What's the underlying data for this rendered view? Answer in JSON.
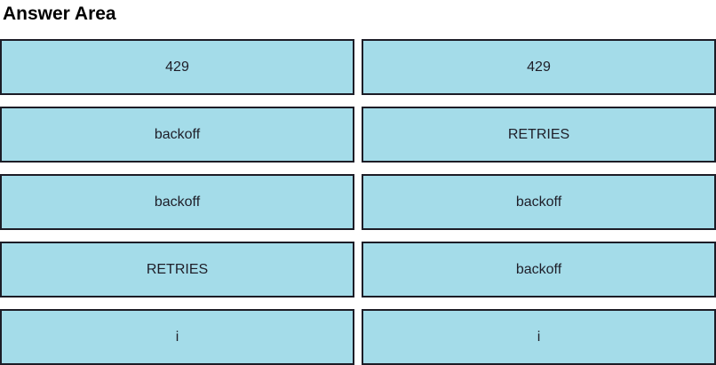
{
  "title": "Answer Area",
  "colors": {
    "box_fill": "#A4DCE9",
    "box_border": "#1C1C26",
    "box_text": "#1E1E28",
    "title_text": "#000000",
    "background": "#FFFFFF"
  },
  "grid": {
    "rows": [
      {
        "left": "429",
        "right": "429"
      },
      {
        "left": "backoff",
        "right": "RETRIES"
      },
      {
        "left": "backoff",
        "right": "backoff"
      },
      {
        "left": "RETRIES",
        "right": "backoff"
      },
      {
        "left": "i",
        "right": "i"
      }
    ]
  }
}
